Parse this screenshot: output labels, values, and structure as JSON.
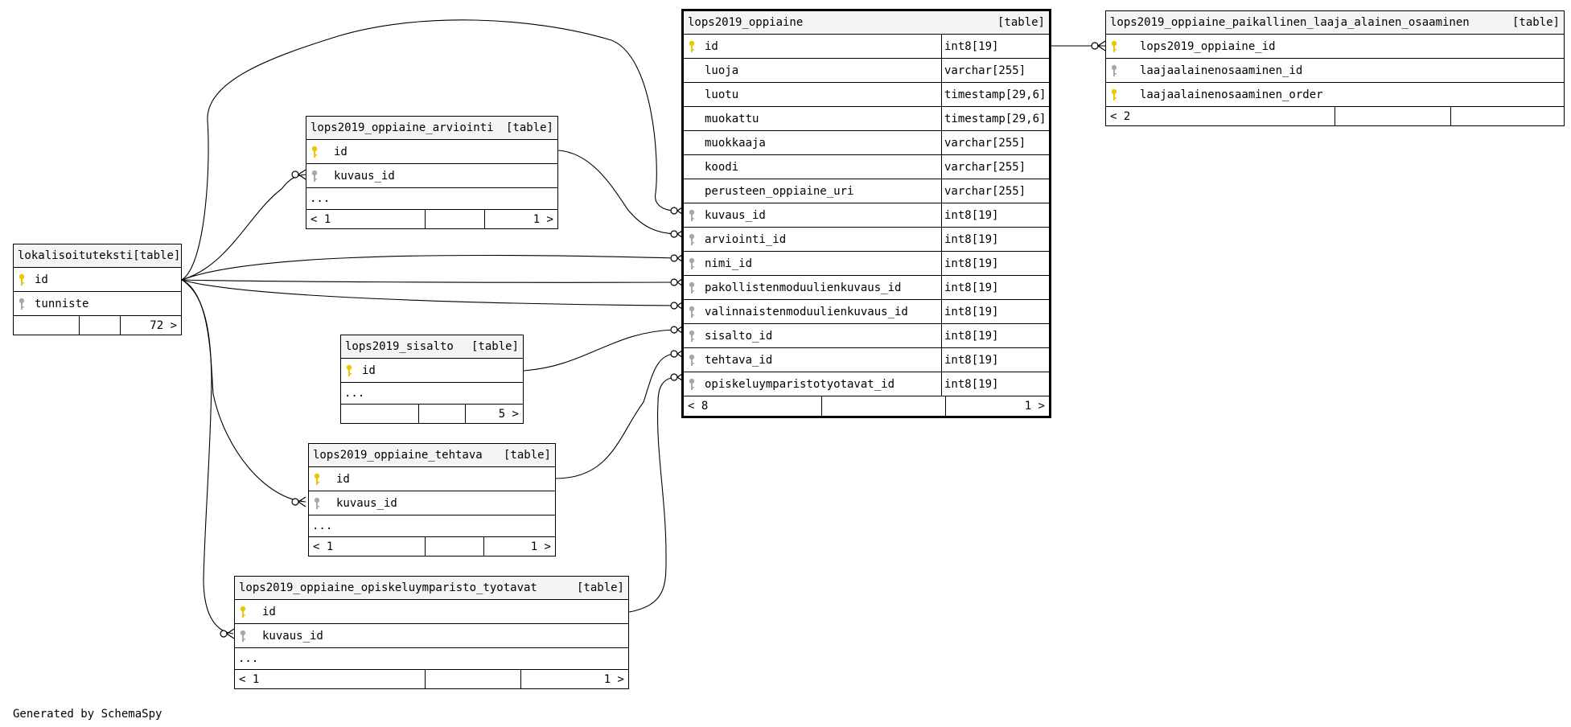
{
  "diagram": {
    "footer": "Generated by SchemaSpy",
    "tables": {
      "lokalisoituteksti": {
        "name": "lokalisoituteksti",
        "tag": "[table]",
        "columns": [
          {
            "name": "id",
            "key": "primary"
          },
          {
            "name": "tunniste",
            "key": "none"
          }
        ],
        "footer": {
          "left": "",
          "mid": "",
          "right": "72 >"
        }
      },
      "arviointi": {
        "name": "lops2019_oppiaine_arviointi",
        "tag": "[table]",
        "columns": [
          {
            "name": "id",
            "key": "primary"
          },
          {
            "name": "kuvaus_id",
            "key": "foreign"
          }
        ],
        "ellipsis": "...",
        "footer": {
          "left": "< 1",
          "mid": "",
          "right": "1 >"
        }
      },
      "sisalto": {
        "name": "lops2019_sisalto",
        "tag": "[table]",
        "columns": [
          {
            "name": "id",
            "key": "primary"
          }
        ],
        "ellipsis": "...",
        "footer": {
          "left": "",
          "mid": "",
          "right": "5 >"
        }
      },
      "tehtava": {
        "name": "lops2019_oppiaine_tehtava",
        "tag": "[table]",
        "columns": [
          {
            "name": "id",
            "key": "primary"
          },
          {
            "name": "kuvaus_id",
            "key": "foreign"
          }
        ],
        "ellipsis": "...",
        "footer": {
          "left": "< 1",
          "mid": "",
          "right": "1 >"
        }
      },
      "tyotavat": {
        "name": "lops2019_oppiaine_opiskeluymparisto_tyotavat",
        "tag": "[table]",
        "columns": [
          {
            "name": "id",
            "key": "primary"
          },
          {
            "name": "kuvaus_id",
            "key": "foreign"
          }
        ],
        "ellipsis": "...",
        "footer": {
          "left": "< 1",
          "mid": "",
          "right": "1 >"
        }
      },
      "oppiaine": {
        "name": "lops2019_oppiaine",
        "tag": "[table]",
        "columns": [
          {
            "name": "id",
            "type": "int8[19]",
            "key": "primary"
          },
          {
            "name": "luoja",
            "type": "varchar[255]",
            "key": "none"
          },
          {
            "name": "luotu",
            "type": "timestamp[29,6]",
            "key": "none"
          },
          {
            "name": "muokattu",
            "type": "timestamp[29,6]",
            "key": "none"
          },
          {
            "name": "muokkaaja",
            "type": "varchar[255]",
            "key": "none"
          },
          {
            "name": "koodi",
            "type": "varchar[255]",
            "key": "none"
          },
          {
            "name": "perusteen_oppiaine_uri",
            "type": "varchar[255]",
            "key": "none"
          },
          {
            "name": "kuvaus_id",
            "type": "int8[19]",
            "key": "foreign"
          },
          {
            "name": "arviointi_id",
            "type": "int8[19]",
            "key": "foreign"
          },
          {
            "name": "nimi_id",
            "type": "int8[19]",
            "key": "foreign"
          },
          {
            "name": "pakollistenmoduulienkuvaus_id",
            "type": "int8[19]",
            "key": "foreign"
          },
          {
            "name": "valinnaistenmoduulienkuvaus_id",
            "type": "int8[19]",
            "key": "foreign"
          },
          {
            "name": "sisalto_id",
            "type": "int8[19]",
            "key": "foreign"
          },
          {
            "name": "tehtava_id",
            "type": "int8[19]",
            "key": "foreign"
          },
          {
            "name": "opiskeluymparistotyotavat_id",
            "type": "int8[19]",
            "key": "foreign"
          }
        ],
        "footer": {
          "left": "< 8",
          "mid": "",
          "right": "1 >"
        }
      },
      "osaaminen": {
        "name": "lops2019_oppiaine_paikallinen_laaja_alainen_osaaminen",
        "tag": "[table]",
        "columns": [
          {
            "name": "lops2019_oppiaine_id",
            "key": "primary"
          },
          {
            "name": "laajaalainenosaaminen_id",
            "key": "foreign"
          },
          {
            "name": "laajaalainenosaaminen_order",
            "key": "primary"
          }
        ],
        "footer": {
          "left": "< 2",
          "mid": "",
          "right": ""
        }
      }
    },
    "colors": {
      "primary_key": "#e8c800",
      "foreign_key": "#a8a8a8",
      "header_bg": "#f4f4f4",
      "line": "#000000"
    }
  }
}
